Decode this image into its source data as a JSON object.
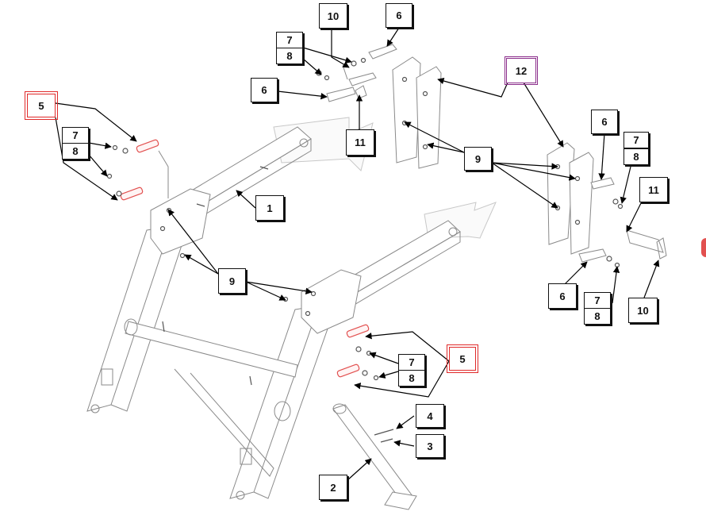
{
  "diagram": {
    "callouts": {
      "c1": "1",
      "c2": "2",
      "c3": "3",
      "c4": "4",
      "c5_left": "5",
      "c5_right": "5",
      "c6_top": "6",
      "c6_mid": "6",
      "c6_right": "6",
      "c6_bottom": "6",
      "c7_top": "7",
      "c8_top": "8",
      "c7_left": "7",
      "c8_left": "8",
      "c7_right": "7",
      "c8_right": "8",
      "c7_mid": "7",
      "c8_mid": "8",
      "c7_bottom": "7",
      "c8_bottom": "8",
      "c9_top": "9",
      "c9_left": "9",
      "c10_top": "10",
      "c10_right": "10",
      "c11_top": "11",
      "c11_right": "11",
      "c12": "12"
    },
    "colors": {
      "highlight_red": "#e02a2a",
      "highlight_purple": "#8b2d8b",
      "line": "#000000"
    }
  }
}
